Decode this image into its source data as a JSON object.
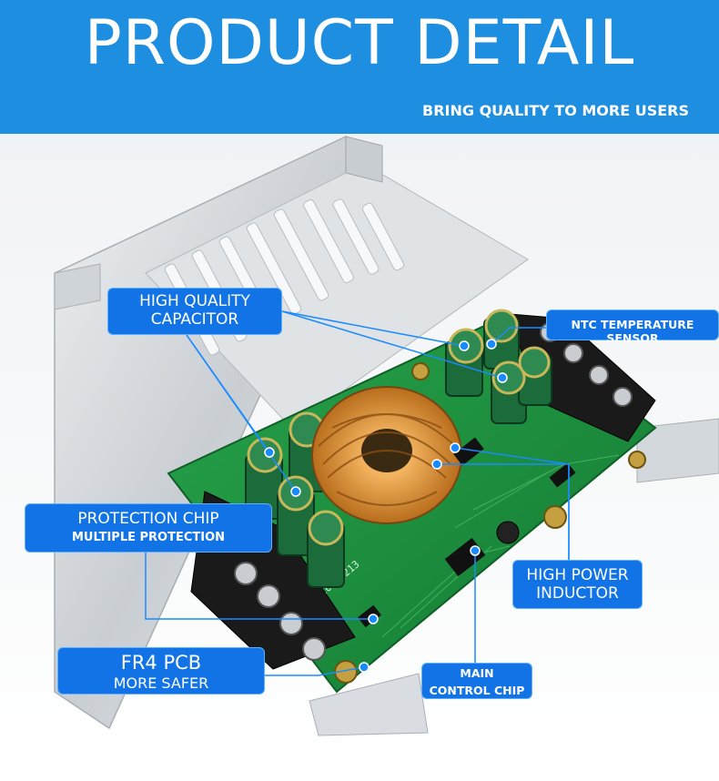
{
  "header": {
    "title": "PRODUCT DETAIL",
    "subtitle": "BRING QUALITY TO MORE USERS",
    "bg_color": "#1e8fe0"
  },
  "callouts": {
    "capacitor": {
      "line1": "HIGH QUALITY",
      "line2": "CAPACITOR"
    },
    "ntc": {
      "line1": "NTC TEMPERATURE SENSOR"
    },
    "protection": {
      "line1": "PROTECTION CHIP",
      "line2": "MULTIPLE PROTECTION"
    },
    "inductor": {
      "line1": "HIGH POWER",
      "line2": "INDUCTOR"
    },
    "pcb": {
      "line1": "FR4 PCB",
      "line2": "MORE SAFER"
    },
    "chip": {
      "line1": "MAIN",
      "line2": "CONTROL CHIP"
    }
  },
  "photo": {
    "pcb_marking": "20190213",
    "heatsink_color": "#d8dde1",
    "pcb_color": "#1d8a3c",
    "callout_color": "#1173e6"
  }
}
